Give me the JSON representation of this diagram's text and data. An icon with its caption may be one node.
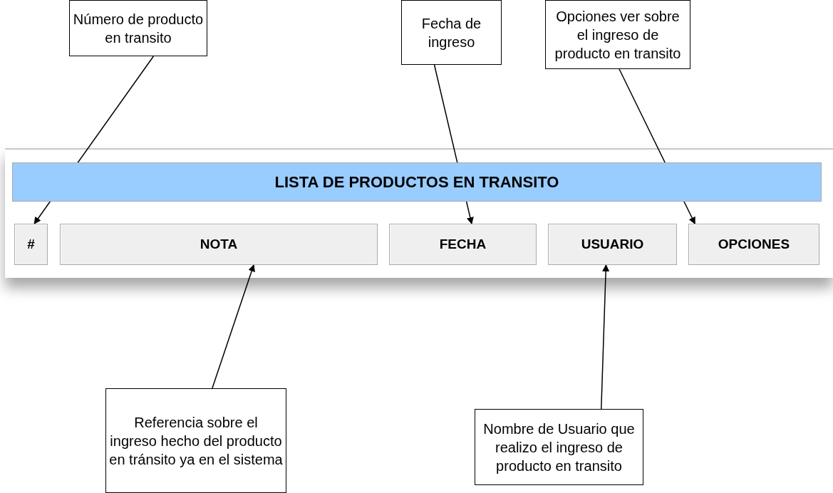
{
  "diagram": {
    "nodes": [
      {
        "text": [
          "Número de producto en transito"
        ]
      },
      {
        "text": [
          "Fecha de ingreso"
        ]
      },
      {
        "text": [
          "Opciones ver sobre el ingreso de producto en transito"
        ]
      },
      {
        "text": [
          "LISTA DE PRODUCTOS EN TRANSITO"
        ]
      },
      {
        "text": [
          "#"
        ]
      },
      {
        "text": [
          "NOTA"
        ]
      },
      {
        "text": [
          "FECHA"
        ]
      },
      {
        "text": [
          "USUARIO"
        ]
      },
      {
        "text": [
          "OPCIONES"
        ]
      },
      {
        "text": [
          "Referencia sobre el ingreso hecho del producto en tránsito ya en el sistema"
        ]
      },
      {
        "text": [
          "Nombre de Usuario que realizo el ingreso de producto en transito"
        ]
      }
    ],
    "edges": [
      {
        "from": 0,
        "to": 4,
        "arrow": "to"
      },
      {
        "from": 1,
        "to": 6,
        "arrow": "to"
      },
      {
        "from": 2,
        "to": 8,
        "arrow": "to"
      },
      {
        "from": 9,
        "to": 5,
        "arrow": "to"
      },
      {
        "from": 10,
        "to": 7,
        "arrow": "to"
      }
    ]
  }
}
